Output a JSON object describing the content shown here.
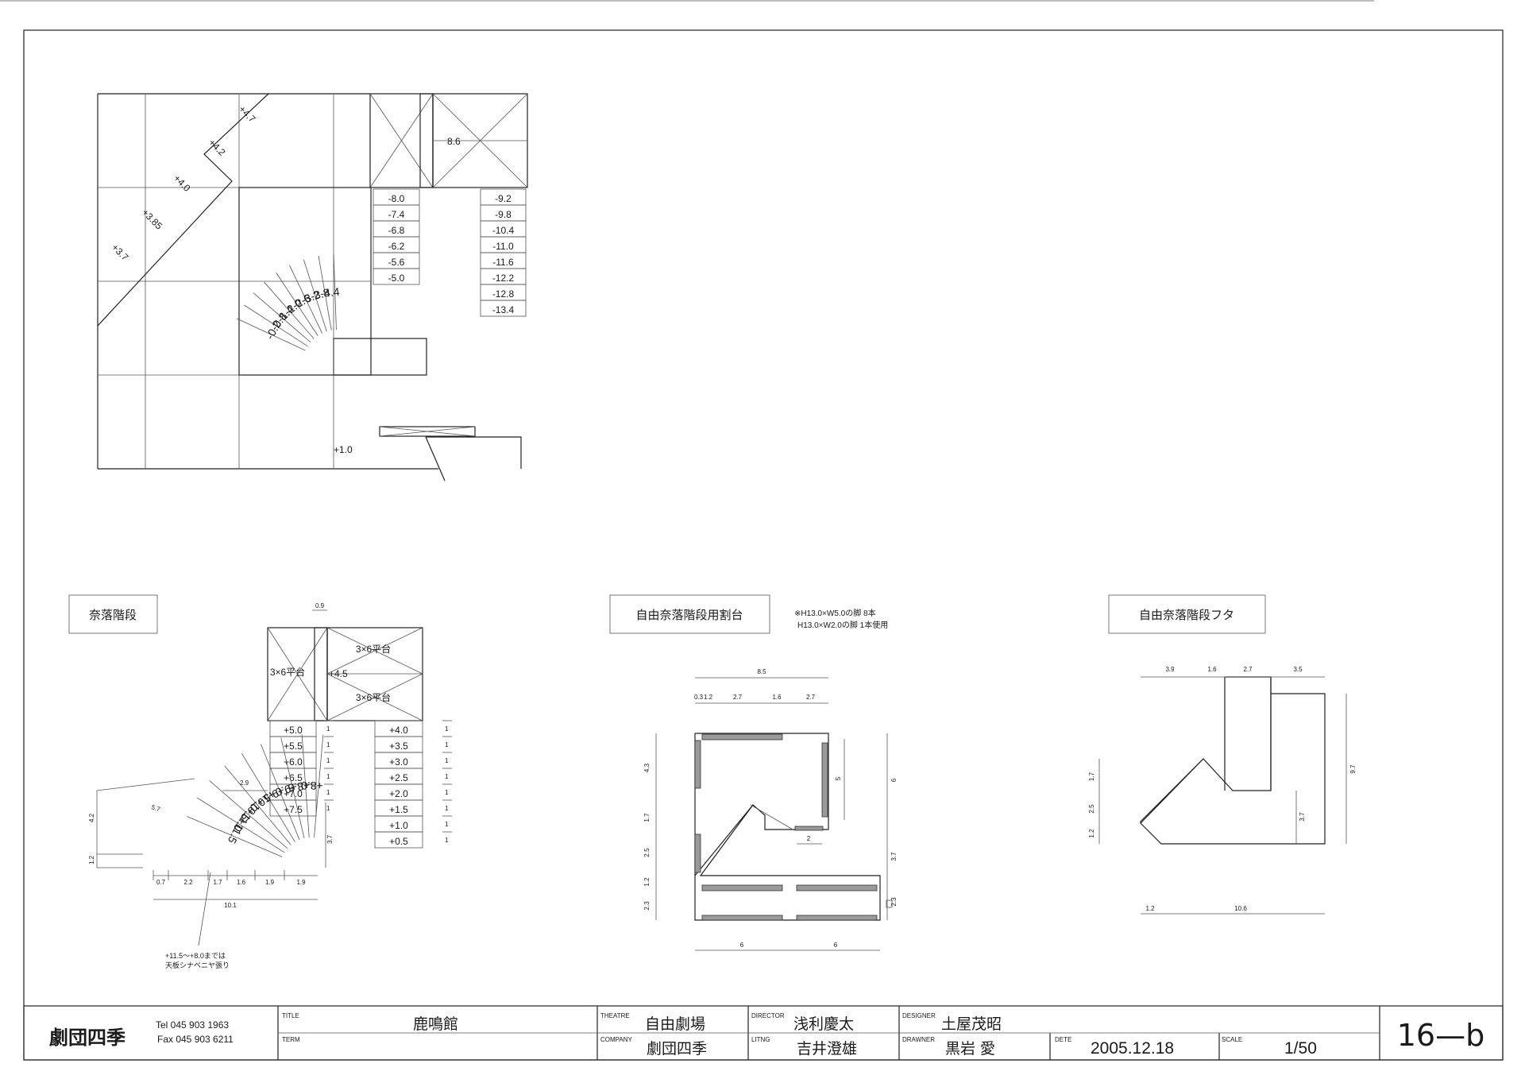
{
  "upper_plan": {
    "diagonal_levels": [
      "+4.7",
      "+4.2",
      "+4.0",
      "+3.85",
      "+3.7"
    ],
    "platform_label": "8.6",
    "left_stair_steps": [
      "-8.0",
      "-7.4",
      "-6.8",
      "-6.2",
      "-5.6",
      "-5.0"
    ],
    "right_stair_steps": [
      "-9.2",
      "-9.8",
      "-10.4",
      "-11.0",
      "-11.6",
      "-12.2",
      "-12.8",
      "-13.4"
    ],
    "fan_steps": [
      "-0.2",
      "-0.8",
      "-1.4",
      "-2.0",
      "-2.6",
      "-3.2",
      "-3.8",
      "-4.4"
    ],
    "floor_level": "+1.0"
  },
  "naraku": {
    "title": "奈落階段",
    "top_dim": "0.9",
    "platform_labels": [
      "3×6平台",
      "3×6平台",
      "3×6平台"
    ],
    "platform_level": "+4.5",
    "left_steps": [
      "+5.0",
      "+5.5",
      "+6.0",
      "+6.5",
      "+7.0",
      "+7.5"
    ],
    "right_steps": [
      "+4.0",
      "+3.5",
      "+3.0",
      "+2.5",
      "+2.0",
      "+1.5",
      "+1.0",
      "+0.5"
    ],
    "fan_steps": [
      "+11.5",
      "+11.0",
      "+10.5",
      "+10.0",
      "+9.5",
      "+9.0",
      "+8.5",
      "+8.0"
    ],
    "step_dim": "1",
    "dims": {
      "d_5_7": "5.7",
      "d_4_2": "4.2",
      "d_1_2": "1.2",
      "d_2_9": "2.9",
      "d_3_7": "3.7",
      "bottom": [
        "0.7",
        "2.2",
        "1.7",
        "1.6",
        "1.9",
        "1.9"
      ],
      "total": "10.1"
    },
    "note_line1": "+11.5～+8.0までは",
    "note_line2": "天板シナベニヤ張り"
  },
  "waridai": {
    "title": "自由奈落階段用割台",
    "note_line1": "※H13.0×W5.0の脚 8本",
    "note_line2": "H13.0×W2.0の脚 1本使用",
    "top_total": "8.5",
    "top_dims": [
      "0.3",
      "1.2",
      "2.7",
      "1.6",
      "2.7"
    ],
    "left_dims": [
      "4.3",
      "1.7",
      "2.5",
      "1.2",
      "2.3"
    ],
    "right_dims": [
      "5",
      "6",
      "3.7",
      "2.3"
    ],
    "inner_dim": "2",
    "bottom_dims": [
      "6",
      "6"
    ]
  },
  "futa": {
    "title": "自由奈落階段フタ",
    "top_dims": [
      "3.9",
      "1.6",
      "2.7",
      "3.5"
    ],
    "left_dims": [
      "1.7",
      "2.5",
      "1.2"
    ],
    "right_dims": [
      "9.7",
      "3.7"
    ],
    "bottom_dims": [
      "1.2",
      "10.6"
    ]
  },
  "title_block": {
    "company_logo": "劇団四季",
    "tel": "Tel  045 903 1963",
    "fax": "Fax  045 903 6211",
    "title_label": "TITLE",
    "title_value": "鹿鳴館",
    "term_label": "TERM",
    "theatre_label": "THEATRE",
    "theatre_value": "自由劇場",
    "company_label": "COMPANY",
    "company_value": "劇団四季",
    "director_label": "DIRECTOR",
    "director_value": "浅利慶太",
    "lighting_label": "LITNG",
    "lighting_value": "吉井澄雄",
    "designer_label": "DESIGNER",
    "designer_value": "土屋茂昭",
    "drawner_label": "DRAWNER",
    "drawner_value": "黒岩 愛",
    "date_label": "DETE",
    "date_value": "2005.12.18",
    "scale_label": "SCALE",
    "scale_value": "1/50",
    "sheet_number": "16—b"
  }
}
